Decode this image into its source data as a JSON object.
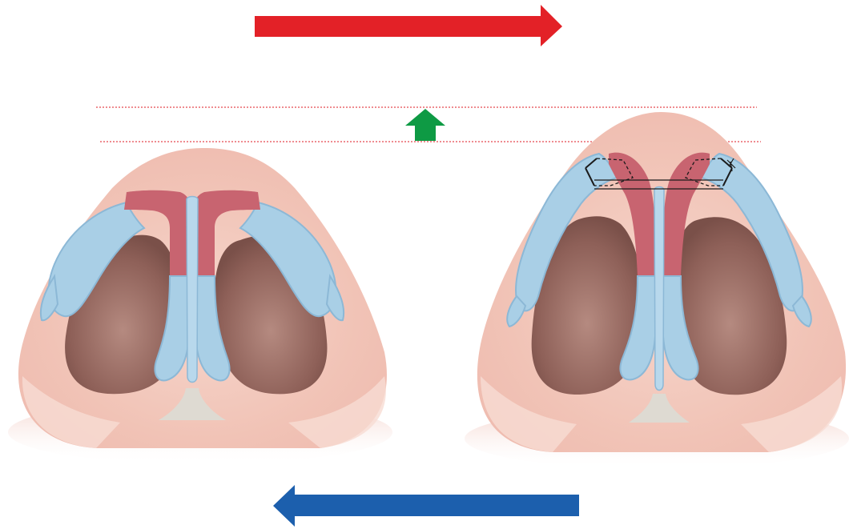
{
  "figure": {
    "arrows": {
      "top": {
        "direction": "right",
        "color": "#e32127",
        "icon": "arrow-right-icon"
      },
      "bottom": {
        "direction": "left",
        "color": "#1c5fad",
        "icon": "arrow-left-icon"
      },
      "middle": {
        "direction": "up",
        "color": "#0e9a44",
        "icon": "arrow-up-icon"
      }
    },
    "reference_lines": {
      "color": "#e5484d",
      "style": "dotted",
      "count": 2
    },
    "panels": [
      {
        "label": "",
        "state": "before"
      },
      {
        "label": "",
        "state": "after",
        "suture": true
      }
    ],
    "colors": {
      "skin": "#f2c7bc",
      "skin_light": "#f8dcd3",
      "nostril": "#9a6a60",
      "cartilage_blue": "#a9cfe6",
      "cartilage_blue_edge": "#8cb8d6",
      "cartilage_red": "#c86470",
      "spine": "#dedad2"
    }
  }
}
